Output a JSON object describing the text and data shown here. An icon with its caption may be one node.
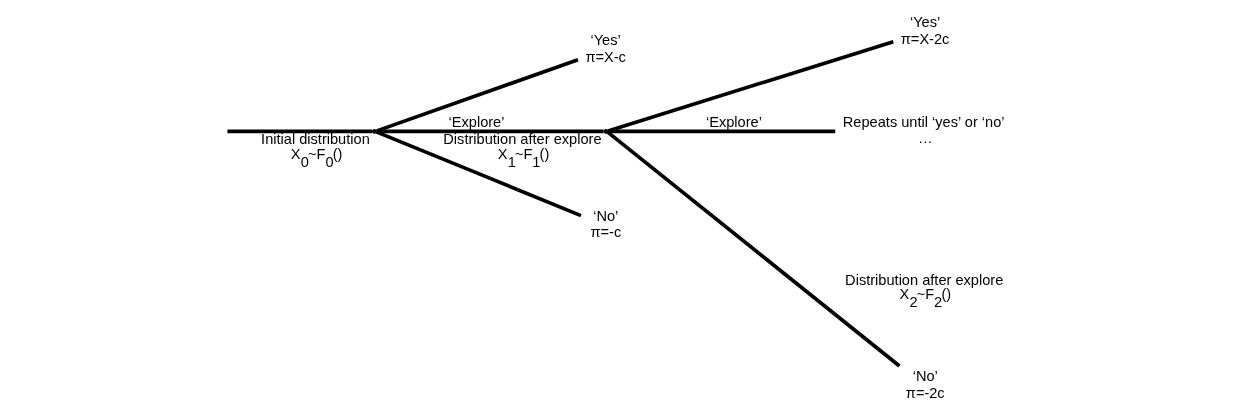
{
  "diagram": {
    "nodes": [
      {
        "text": [],
        "shape": "point",
        "beside": [
          "Initial distribution",
          "X$_{0}$~F$_{0}$()"
        ]
      },
      {
        "text": [
          "‘Yes’",
          "π=X-c"
        ]
      },
      {
        "text": [
          "‘No’",
          "π=-c"
        ]
      },
      {
        "text": [],
        "shape": "point",
        "beside": [
          "Distribution after explore",
          "X$_{1}$~F$_{1}$()"
        ]
      },
      {
        "text": [
          "‘Yes’",
          "π=X-2c"
        ]
      },
      {
        "text": [
          "‘No’",
          "π=-2c"
        ]
      },
      {
        "text": [
          "Repeats until ‘yes’ or ‘no’",
          "…"
        ],
        "beside": [
          "Distribution after explore",
          "X$_{2}$~F$_{2}$()"
        ]
      }
    ],
    "edges": [
      {
        "from": null,
        "to": 0,
        "arrow": "none"
      },
      {
        "from": 0,
        "to": 1,
        "arrow": "none"
      },
      {
        "from": 0,
        "to": 3,
        "arrow": "none",
        "label": "‘Explore’"
      },
      {
        "from": 0,
        "to": 2,
        "arrow": "none"
      },
      {
        "from": 3,
        "to": 4,
        "arrow": "none"
      },
      {
        "from": 3,
        "to": 6,
        "arrow": "none",
        "label": "‘Explore’"
      },
      {
        "from": 3,
        "to": 5,
        "arrow": "none"
      }
    ]
  }
}
